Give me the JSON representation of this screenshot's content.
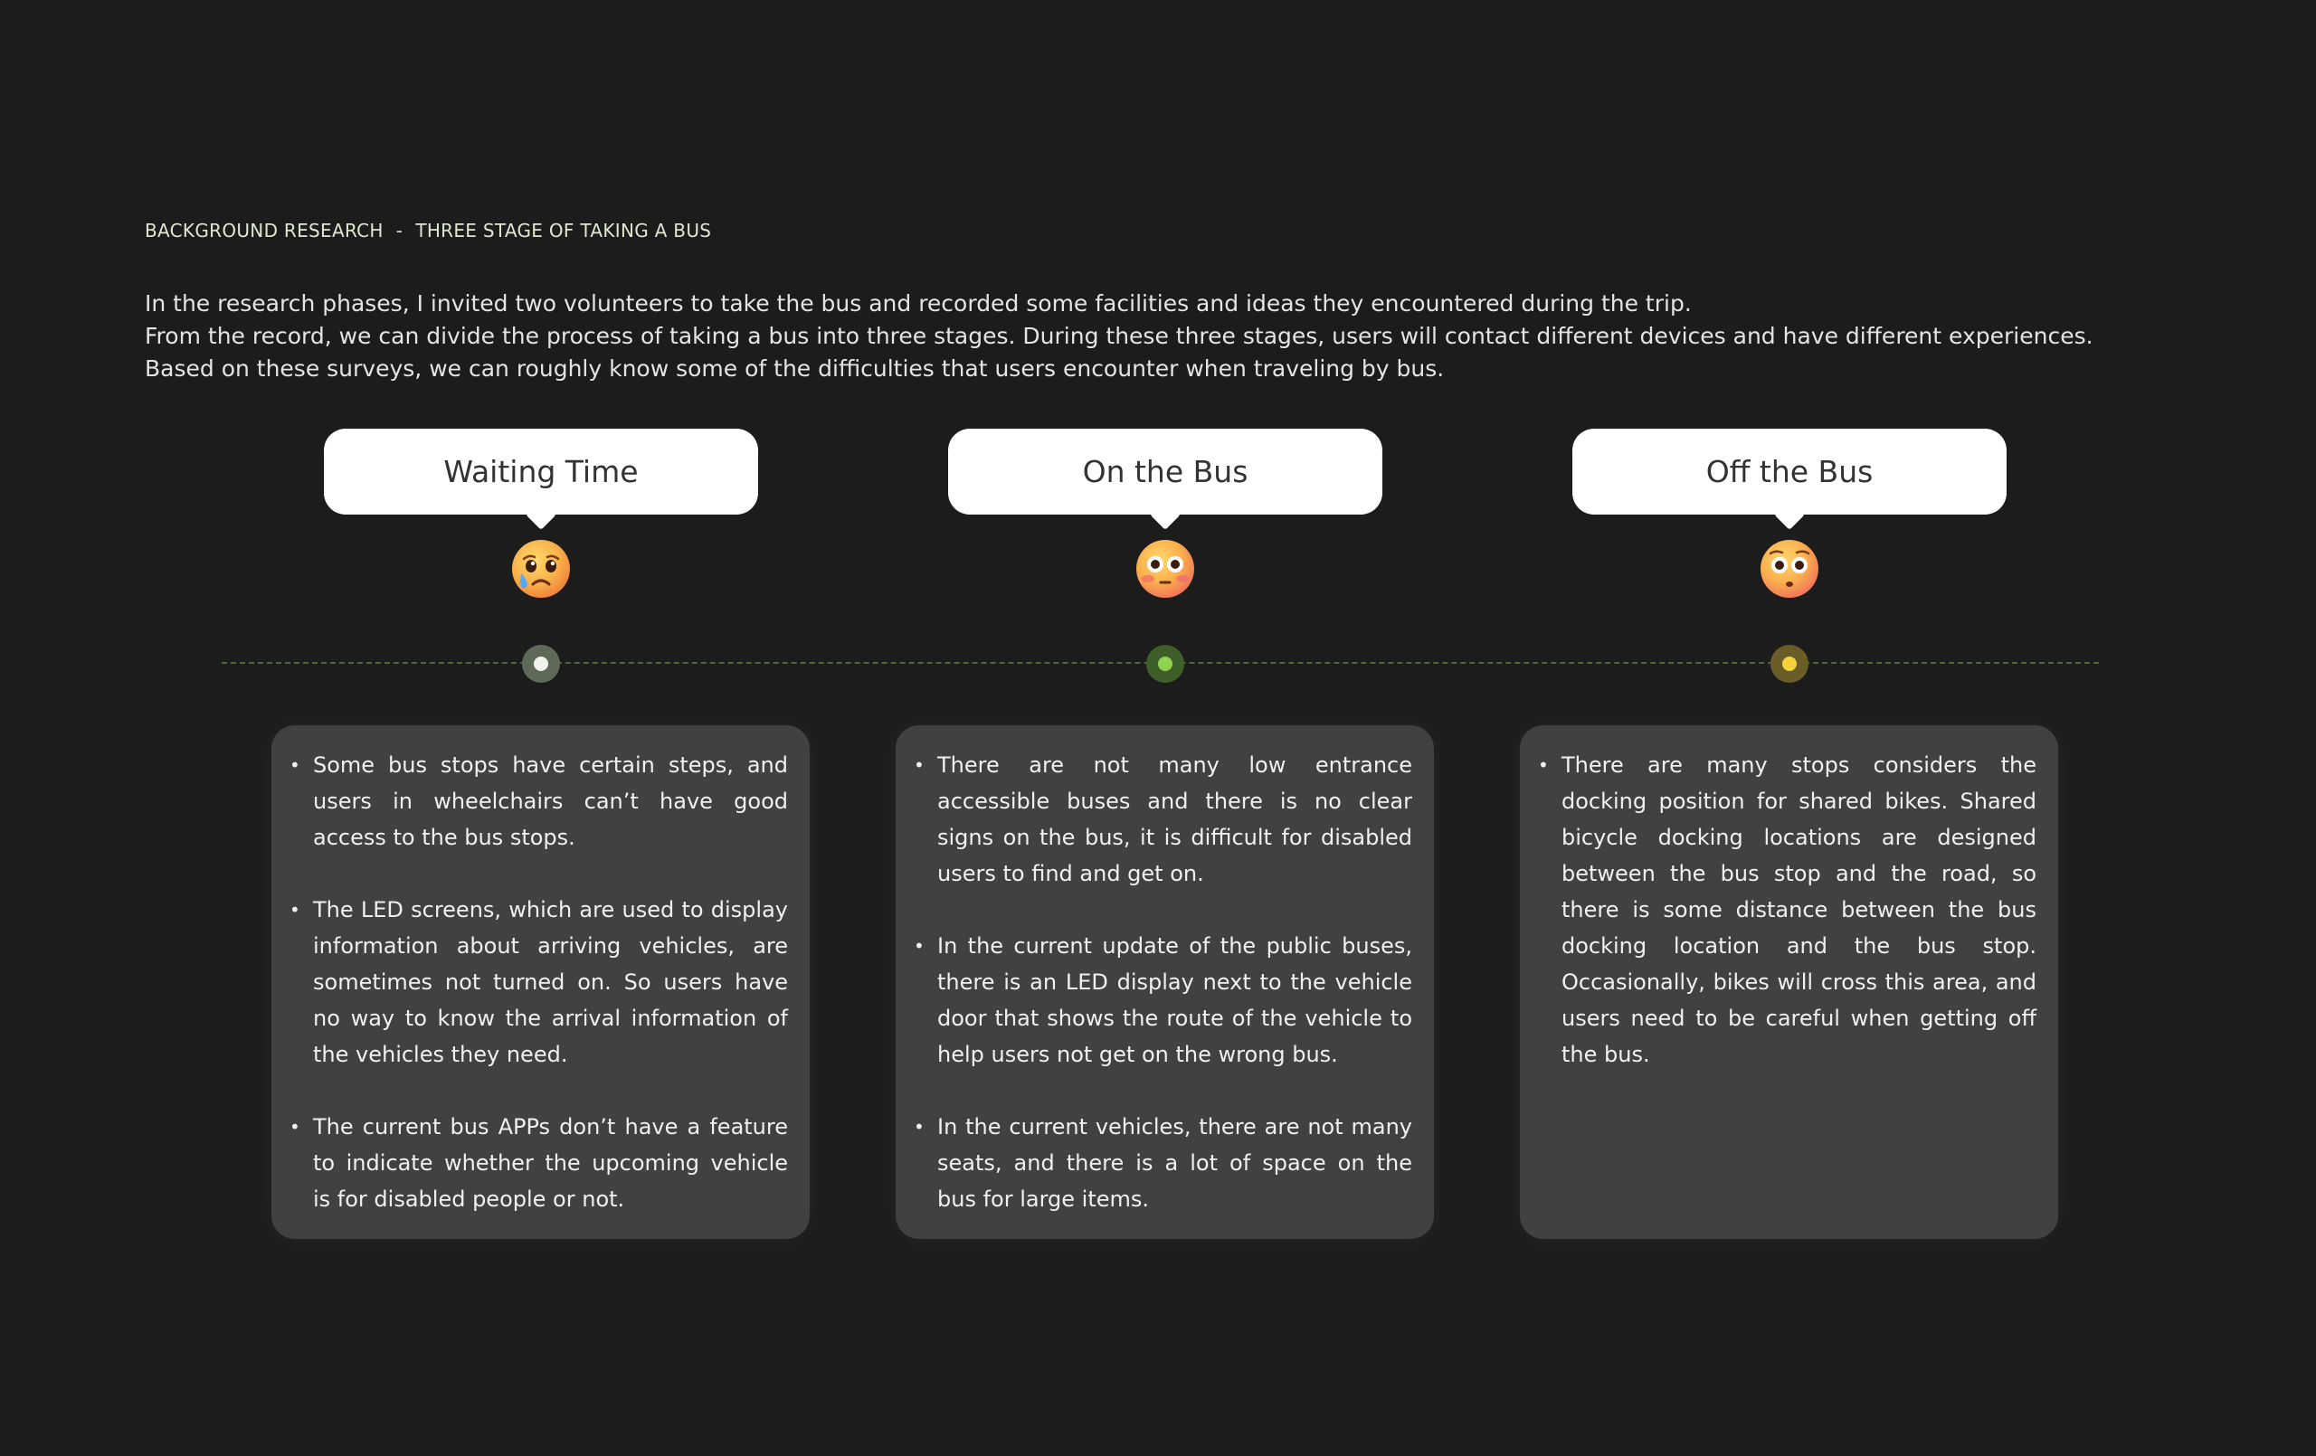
{
  "header": {
    "label_part1": "BACKGROUND RESEARCH",
    "label_sep": "-",
    "label_part2": "THREE STAGE OF TAKING A BUS"
  },
  "intro": [
    "In the research phases, I invited two volunteers to take the bus and recorded some facilities and ideas they encountered during the trip.",
    "From the record, we can divide the process of taking a bus into three stages. During these three stages, users will contact different devices and have different experiences.",
    "Based on these surveys, we can roughly know some of the difficulties that users encounter when traveling by bus."
  ],
  "stages": [
    {
      "title": "Waiting Time",
      "emoji": "crying-face-icon",
      "dot_color": "#f2f2ec",
      "dot_ring": "#5f6958",
      "points": [
        "Some bus stops have certain steps, and users in wheelchairs can’t have good access to the bus stops.",
        "The LED screens, which are used to display information about arriving vehicles, are sometimes not turned on. So users have no way to know the arrival information of the vehicles they need.",
        "The current bus APPs don’t have a feature to indicate whether the upcoming vehicle is for disabled people or not."
      ]
    },
    {
      "title": "On the Bus",
      "emoji": "flushed-face-icon",
      "dot_color": "#8fd24f",
      "dot_ring": "#3e5f29",
      "points": [
        "There are not many low entrance accessible buses and there is no clear signs on the bus, it is difficult for disabled users to find and get on.",
        "In the current update of the public buses, there is an LED display next to the vehicle door that shows the route of the vehicle to help users not get on the wrong bus.",
        "In the current vehicles, there are not many seats, and there is a lot of space on the bus for large items."
      ]
    },
    {
      "title": "Off the Bus",
      "emoji": "surprised-face-icon",
      "dot_color": "#f4d23c",
      "dot_ring": "#6b5d28",
      "points": [
        "There are many stops considers the docking position for shared bikes. Shared bicycle docking locations are designed between the bus stop and the road, so there is some distance between the bus docking location and the bus stop. Occasionally, bikes will cross this area, and users need to be careful when getting off the bus."
      ]
    }
  ]
}
